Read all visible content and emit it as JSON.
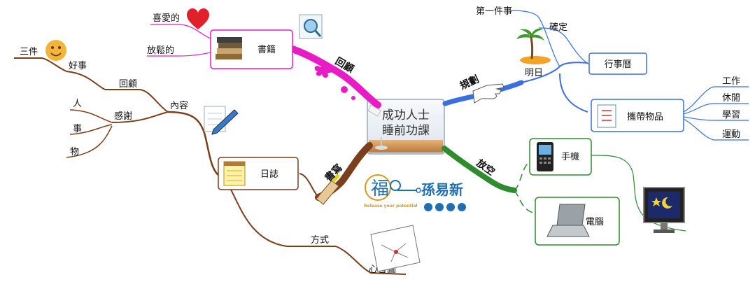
{
  "center": {
    "line1": "成功人士",
    "line2": "睡前功課"
  },
  "branches": {
    "review": {
      "label": "回顧",
      "box": "書籍",
      "leaves": [
        "喜愛的",
        "放鬆的"
      ]
    },
    "plan": {
      "label": "規劃",
      "sub": "明日",
      "calendar": {
        "box": "行事曆",
        "leaves": [
          "第一件事",
          "確定"
        ]
      },
      "items": {
        "box": "攜帶物品",
        "leaves": [
          "工作",
          "休閒",
          "學習",
          "運動"
        ]
      }
    },
    "write": {
      "label": "書寫",
      "diary": "日誌",
      "content": "內容",
      "recall": "回顧",
      "good": "好事",
      "three": "三件",
      "thanks": "感謝",
      "thanks_leaves": [
        "人",
        "事",
        "物"
      ],
      "method": "方式",
      "mindmap": "心智圖"
    },
    "relax": {
      "label": "放空",
      "phone": "手機",
      "computer": "電腦"
    }
  },
  "logo": {
    "name": "孫易新",
    "tagline": "Release your potential",
    "mark": "福"
  },
  "colors": {
    "review": "#e81cc4",
    "plan": "#3a6fe0",
    "write": "#7a3f1c",
    "relax": "#2e8b2e",
    "center_bg": "#eef3f8"
  }
}
